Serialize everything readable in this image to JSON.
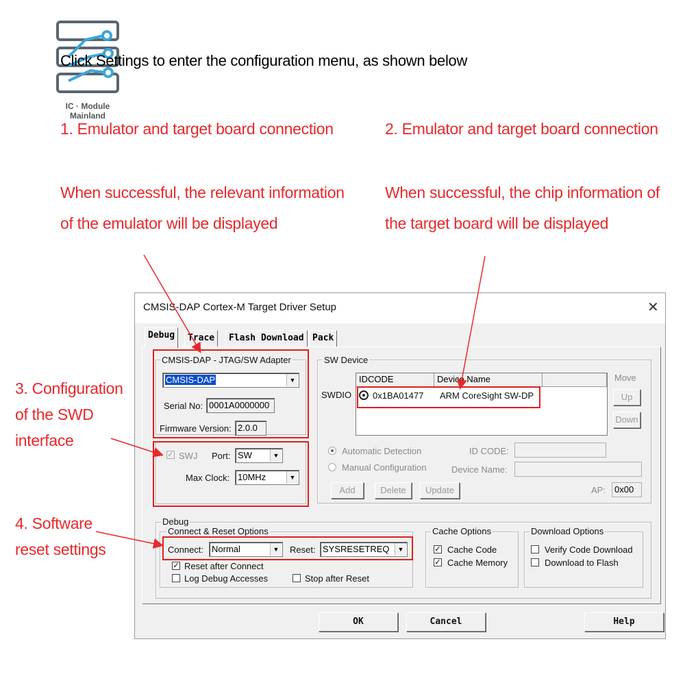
{
  "logo": {
    "text": "IC · Module Mainland"
  },
  "intro": "Click Settings to enter the configuration menu, as shown below",
  "annotations": {
    "a1_title": "1. Emulator and target board connection",
    "a1_line1": "When successful, the relevant information",
    "a1_line2": "of the emulator will be displayed",
    "a2_title": "2. Emulator and target board connection",
    "a2_line1": "When successful, the chip information of",
    "a2_line2": "the target board will be displayed",
    "a3_line1": "3. Configuration",
    "a3_line2": "of the SWD",
    "a3_line3": "interface",
    "a4_line1": "4. Software",
    "a4_line2": "reset settings"
  },
  "dialog": {
    "title": "CMSIS-DAP Cortex-M Target Driver Setup",
    "close": "✕",
    "tabs": [
      {
        "label": "Debug",
        "active": true
      },
      {
        "label": "Trace"
      },
      {
        "label": "Flash Download"
      },
      {
        "label": "Pack"
      }
    ],
    "adapter": {
      "legend": "CMSIS-DAP - JTAG/SW Adapter",
      "selected": "CMSIS-DAP",
      "serial_label": "Serial No:",
      "serial_value": "0001A0000000",
      "fw_label": "Firmware Version:",
      "fw_value": "2.0.0"
    },
    "swj": {
      "swj_label": "SWJ",
      "swj_checked": true,
      "port_label": "Port:",
      "port_value": "SW",
      "clock_label": "Max Clock:",
      "clock_value": "10MHz"
    },
    "sw_device": {
      "legend": "SW Device",
      "columns": [
        "IDCODE",
        "Device Name"
      ],
      "row_label": "SWDIO",
      "row_idcode": "0x1BA01477",
      "row_name": "ARM CoreSight SW-DP",
      "move_label": "Move",
      "up_label": "Up",
      "down_label": "Down",
      "auto_label": "Automatic Detection",
      "manual_label": "Manual Configuration",
      "idcode_label": "ID CODE:",
      "devname_label": "Device Name:",
      "add_label": "Add",
      "delete_label": "Delete",
      "update_label": "Update",
      "ap_label": "AP:",
      "ap_value": "0x00"
    },
    "debug": {
      "legend": "Debug",
      "conn_legend": "Connect & Reset Options",
      "connect_label": "Connect:",
      "connect_value": "Normal",
      "reset_label": "Reset:",
      "reset_value": "SYSRESETREQ",
      "reset_after_connect": "Reset after Connect",
      "log_debug": "Log Debug Accesses",
      "stop_after_reset": "Stop after Reset",
      "cache_legend": "Cache Options",
      "cache_code": "Cache Code",
      "cache_memory": "Cache Memory",
      "download_legend": "Download Options",
      "verify_code": "Verify Code Download",
      "download_flash": "Download to Flash"
    },
    "buttons": {
      "ok": "OK",
      "cancel": "Cancel",
      "help": "Help"
    }
  },
  "colors": {
    "annotation": "#e8282b",
    "selection": "#0a50c8"
  }
}
